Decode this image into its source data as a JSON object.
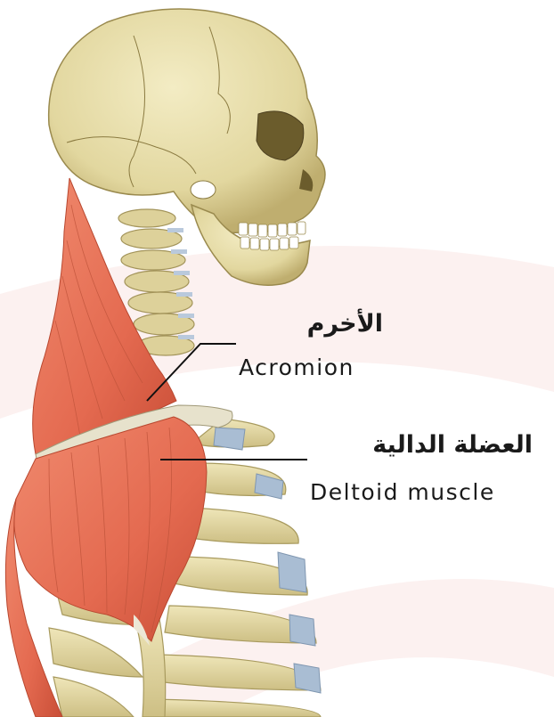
{
  "labels": {
    "acromion": {
      "arabic": "الأخرم",
      "english": "Acromion"
    },
    "deltoid": {
      "arabic": "العضلة الدالية",
      "english": "Deltoid muscle"
    }
  },
  "colors": {
    "bone": "#e8dfae",
    "bone_shadow": "#c9bd85",
    "muscle": "#e8735a",
    "muscle_dark": "#c9503a",
    "cartilage": "#9fb4cc",
    "background_band": "#fbecea"
  }
}
